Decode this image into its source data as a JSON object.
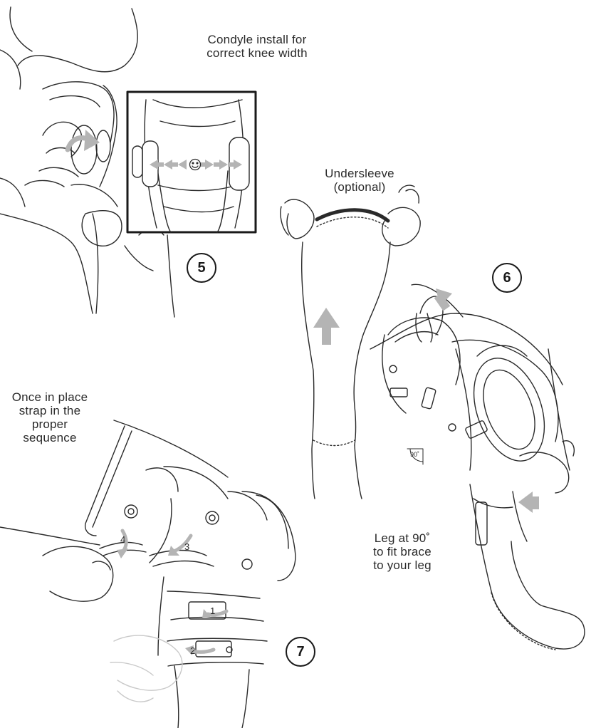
{
  "labels": {
    "condyle": [
      "Condyle install for",
      "correct knee width"
    ],
    "undersleeve": [
      "Undersleeve",
      "(optional)"
    ],
    "strap_sequence": [
      "Once in place",
      "strap in the",
      "proper",
      "sequence"
    ],
    "leg_angle": [
      "Leg at 90˚",
      "to fit brace",
      "to your leg"
    ],
    "angle_mark": "90˚"
  },
  "steps": [
    "5",
    "6",
    "7"
  ],
  "strap_order": [
    "1",
    "2",
    "3",
    "4"
  ],
  "colors": {
    "line": "#2a2a2a",
    "arrow": "#b4b4b4",
    "faint": "#c9c9c9",
    "background": "#ffffff"
  },
  "icons": [
    "smiley-icon",
    "arrow-left-icon",
    "arrow-right-icon",
    "arrow-up-icon",
    "curved-arrow-icon"
  ]
}
